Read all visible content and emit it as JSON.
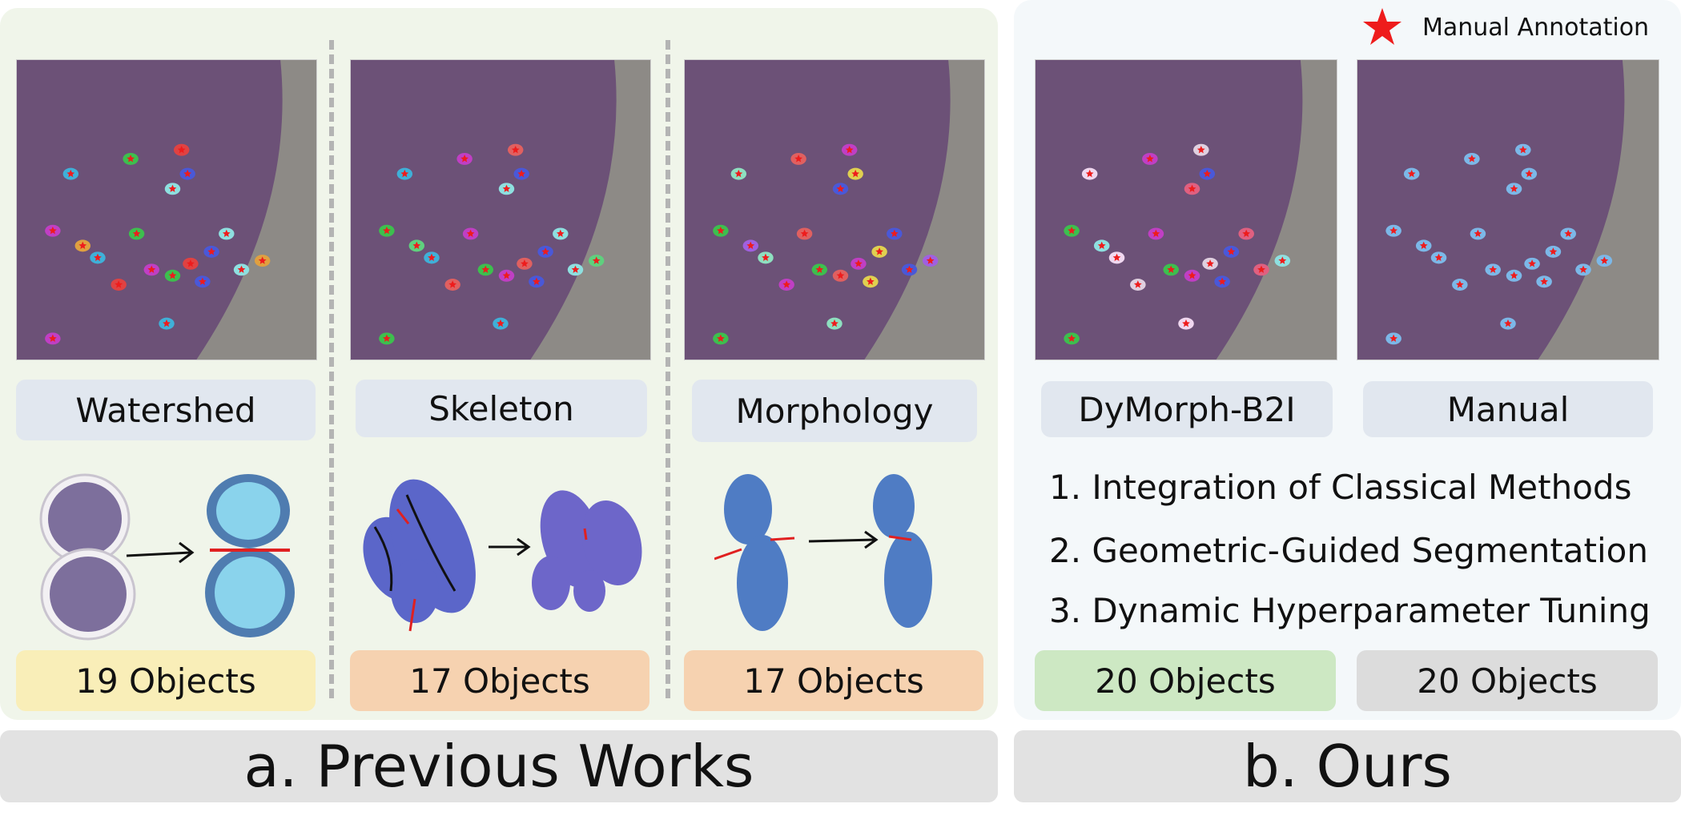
{
  "legend": {
    "icon": "red-star-icon",
    "label": "Manual Annotation",
    "color": "#ee1c1c"
  },
  "previous_works": {
    "title": "a. Previous Works",
    "methods": [
      {
        "name": "Watershed",
        "count": "19 Objects",
        "count_color": "#f9eeb8"
      },
      {
        "name": "Skeleton",
        "count": "17 Objects",
        "count_color": "#f6d2b0"
      },
      {
        "name": "Morphology",
        "count": "17 Objects",
        "count_color": "#f6d2b0"
      }
    ]
  },
  "ours": {
    "title": "b. Ours",
    "methods": [
      {
        "name": "DyMorph-B2I",
        "count": "20 Objects",
        "count_color": "#cde8c3"
      },
      {
        "name": "Manual",
        "count": "20 Objects",
        "count_color": "#dcdcdc"
      }
    ],
    "features": [
      "1. Integration of Classical Methods",
      "2. Geometric-Guided Segmentation",
      "3. Dynamic Hyperparameter Tuning"
    ]
  },
  "colors": {
    "panel_a_bg": "#f0f5ea",
    "panel_b_bg": "#f4f8fa",
    "label_bg": "#e1e7ef",
    "title_bar_bg": "#e2e2e2",
    "tissue": "#6c5177",
    "cut_line": "#e02020"
  }
}
